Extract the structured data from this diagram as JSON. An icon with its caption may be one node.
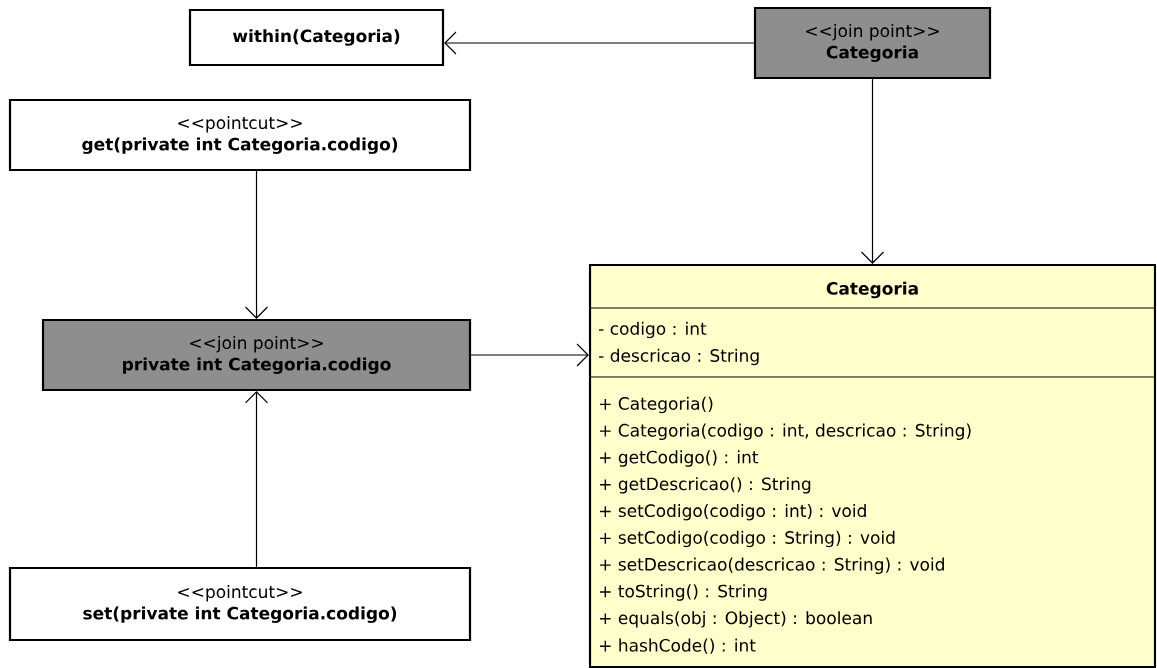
{
  "diagram": {
    "nodes": [
      {
        "text": [
          "within(Categoria)"
        ]
      },
      {
        "text": [
          "<<join point>>",
          "Categoria"
        ]
      },
      {
        "text": [
          "<<pointcut>>",
          "get(private int Categoria.codigo)"
        ]
      },
      {
        "text": [
          "<<join point>>",
          "private int Categoria.codigo"
        ]
      },
      {
        "text": [
          "<<pointcut>>",
          "set(private int Categoria.codigo)"
        ]
      },
      {
        "text": [
          "Categoria",
          "- codigo : int",
          "- descricao : String",
          "+ Categoria()",
          "+ Categoria(codigo : int, descricao : String)",
          "+ getCodigo() : int",
          "+ getDescricao() : String",
          "+ setCodigo(codigo : int) : void",
          "+ setCodigo(codigo : String) : void",
          "+ setDescricao(descricao : String) : void",
          "+ toString() : String",
          "+ equals(obj : Object) : boolean",
          "+ hashCode() : int"
        ]
      }
    ],
    "edges": [
      {
        "from": 1,
        "to": 0,
        "arrow": "to"
      },
      {
        "from": 1,
        "to": 5,
        "arrow": "to"
      },
      {
        "from": 2,
        "to": 3,
        "arrow": "to"
      },
      {
        "from": 3,
        "to": 5,
        "arrow": "to"
      },
      {
        "from": 4,
        "to": 3,
        "arrow": "to"
      }
    ]
  }
}
